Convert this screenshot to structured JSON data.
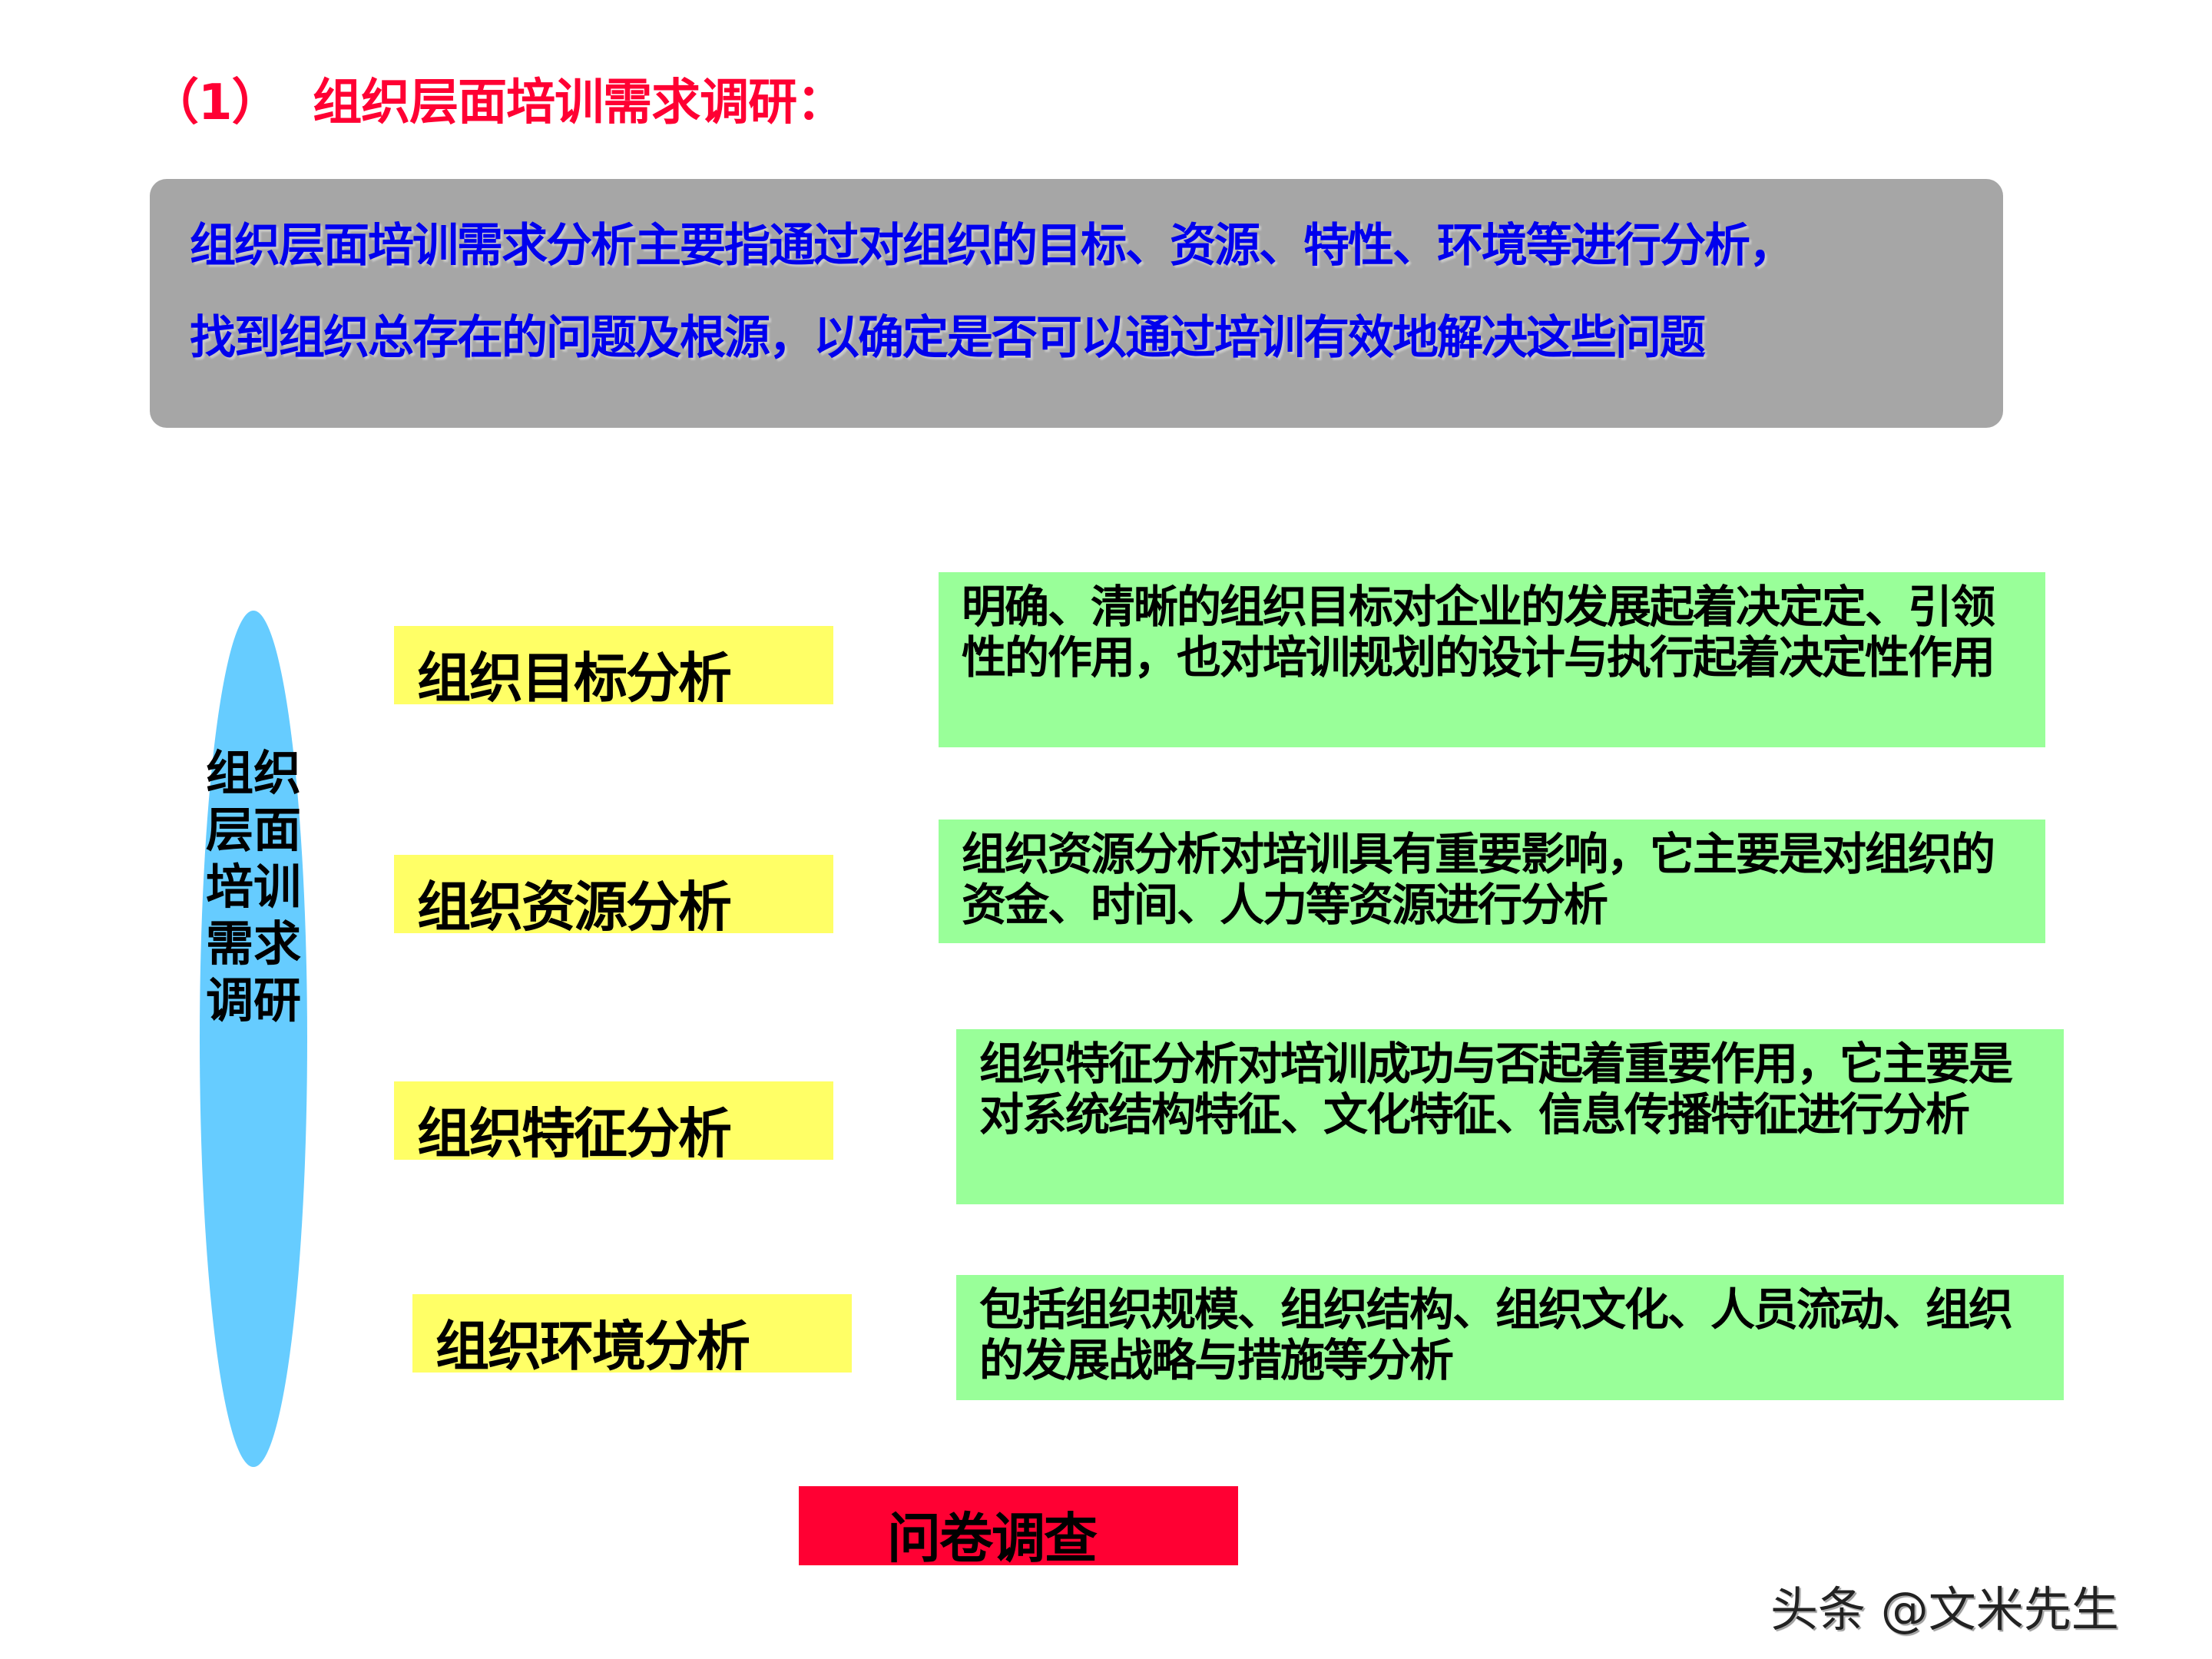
{
  "title": "（1）  组织层面培训需求调研：",
  "intro": {
    "lines": [
      "组织层面培训需求分析主要指通过对组织的目标、资源、特性、环境等进行分析，",
      "找到组织总存在的问题及根源，以确定是否可以通过培训有效地解决这些问题"
    ]
  },
  "side_label": "组织层面培训需求调研",
  "items": [
    {
      "label": "组织目标分析",
      "description": "明确、清晰的组织目标对企业的发展起着决定定、引领性的作用，也对培训规划的设计与执行起着决定性作用"
    },
    {
      "label": "组织资源分析",
      "description": "组织资源分析对培训具有重要影响，它主要是对组织的资金、时间、人力等资源进行分析"
    },
    {
      "label": "组织特征分析",
      "description": "组织特征分析对培训成功与否起着重要作用，它主要是对系统结构特征、文化特征、信息传播特征进行分析"
    },
    {
      "label": "组织环境分析",
      "description": "包括组织规模、组织结构、组织文化、人员流动、组织的发展战略与措施等分析"
    }
  ],
  "survey_button": "问卷调查",
  "watermark": "头条 @文米先生",
  "colors": {
    "title": "#ff0033",
    "intro_bg": "#a6a6a6",
    "intro_text": "#0000ee",
    "ellipse": "#66ccff",
    "label_bg": "#ffff66",
    "desc_bg": "#99ff99",
    "survey_bg": "#ff0033"
  }
}
